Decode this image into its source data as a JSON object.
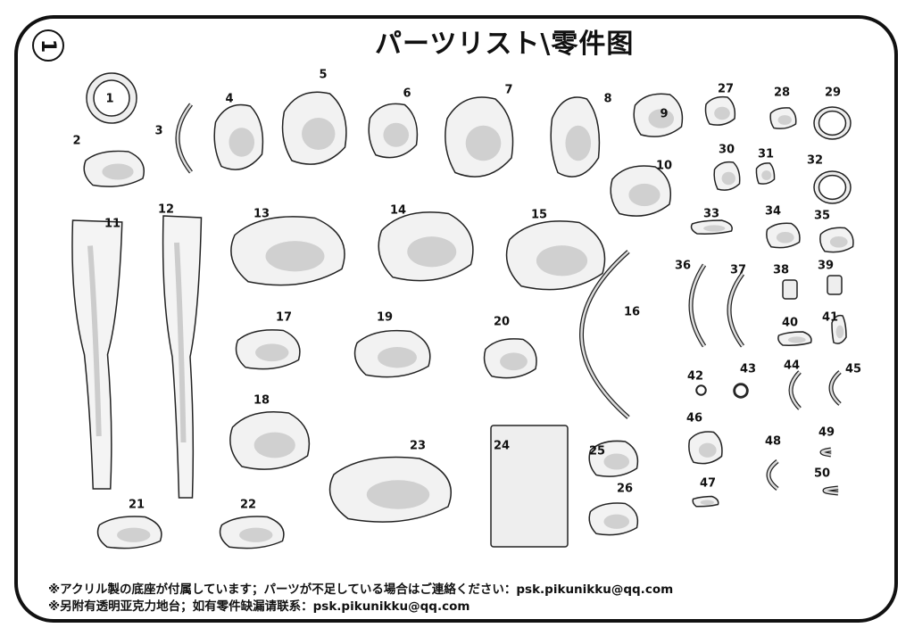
{
  "page_marker": "1",
  "title": "パーツリスト\\零件图",
  "parts": [
    "1",
    "2",
    "3",
    "4",
    "5",
    "6",
    "7",
    "8",
    "9",
    "10",
    "11",
    "12",
    "13",
    "14",
    "15",
    "16",
    "17",
    "18",
    "19",
    "20",
    "21",
    "22",
    "23",
    "24",
    "25",
    "26",
    "27",
    "28",
    "29",
    "30",
    "31",
    "32",
    "33",
    "34",
    "35",
    "36",
    "37",
    "38",
    "39",
    "40",
    "41",
    "42",
    "43",
    "44",
    "45",
    "46",
    "47",
    "48",
    "49",
    "50"
  ],
  "notes": {
    "japanese": "※アクリル製の底座が付属しています；パーツが不足している場合はご連絡ください：psk.pikunikku@qq.com",
    "chinese": "※另附有透明亚克力地台；如有零件缺漏请联系：psk.pikunikku@qq.com"
  }
}
